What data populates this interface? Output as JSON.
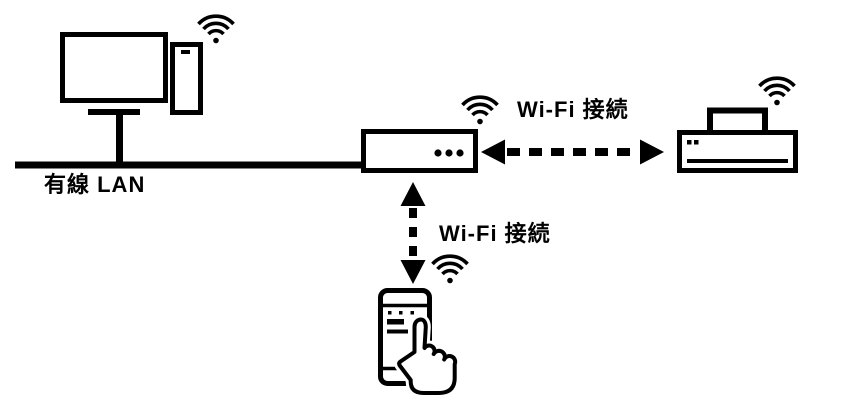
{
  "diagram": {
    "type": "network-connection-diagram",
    "background_color": "#ffffff",
    "line_color": "#000000",
    "labels": {
      "wired_lan": "有線 LAN",
      "wifi_connection_top": "Wi-Fi 接続",
      "wifi_connection_bottom": "Wi-Fi 接続"
    },
    "icons": [
      "desktop-computer-icon",
      "wifi-signal-icon",
      "wireless-router-icon",
      "printer-icon",
      "smartphone-tap-icon",
      "dashed-double-arrow-icon"
    ]
  }
}
